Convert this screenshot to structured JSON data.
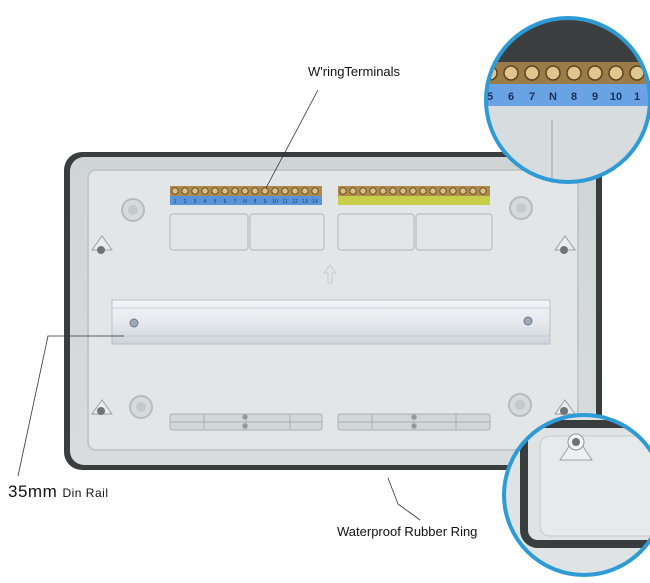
{
  "callouts": {
    "wiring_terminals": "W'ringTerminals",
    "din_rail_size": "35mm",
    "din_rail_label": "Din Rail",
    "rubber_ring": "Waterproof Rubber Ring"
  },
  "terminal_strip": {
    "left_numbers": [
      "1",
      "2",
      "3",
      "4",
      "5",
      "6",
      "7",
      "N",
      "8",
      "9",
      "10",
      "11",
      "12",
      "13",
      "14"
    ],
    "zoom_numbers": [
      "5",
      "6",
      "7",
      "N",
      "8",
      "9",
      "10",
      "1"
    ]
  },
  "colors": {
    "box_body": "#dfe3e3",
    "box_rim": "#3a3d3e",
    "zoom_ring": "#2f9bd6",
    "terminal_blue": "#5a94d8",
    "terminal_green_yellow": "#c7cf4a",
    "brass": "#b08a4a"
  }
}
